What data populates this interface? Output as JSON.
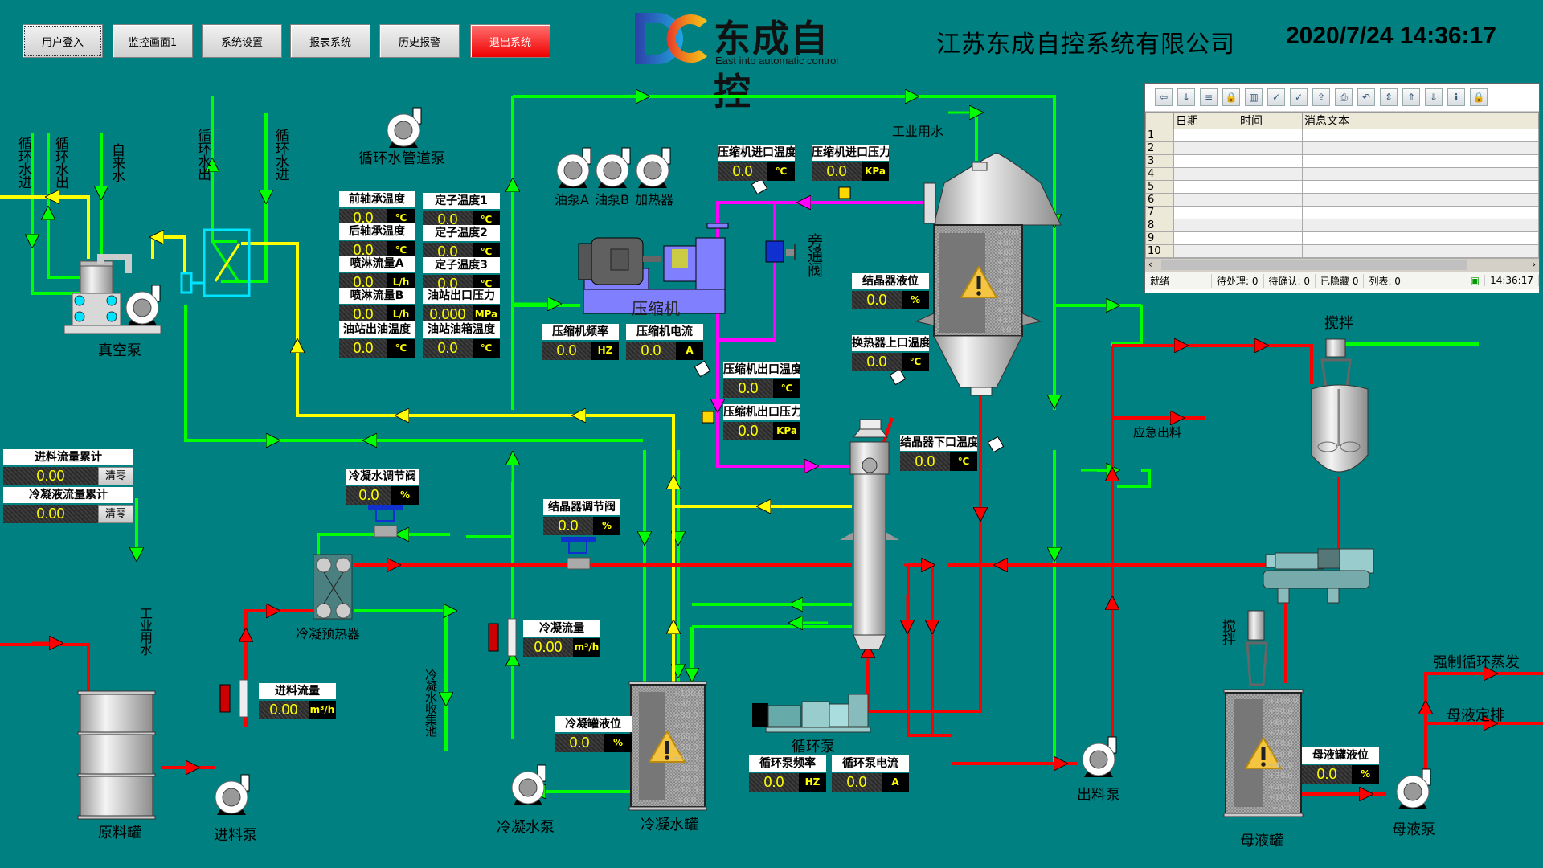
{
  "nav": {
    "buttons": [
      {
        "label": "用户登入"
      },
      {
        "label": "监控画面1"
      },
      {
        "label": "系统设置"
      },
      {
        "label": "报表系统"
      },
      {
        "label": "历史报警"
      },
      {
        "label": "退出系统"
      }
    ]
  },
  "header": {
    "logo_text": "东成自控",
    "logo_subtitle": "East into automatic control",
    "company": "江苏东成自控系统有限公司",
    "datetime": "2020/7/24 14:36:17"
  },
  "alarm_panel": {
    "columns": [
      "日期",
      "时间",
      "消息文本"
    ],
    "rows": [
      "1",
      "2",
      "3",
      "4",
      "5",
      "6",
      "7",
      "8",
      "9",
      "10"
    ],
    "status": {
      "ready": "就绪",
      "pending": "待处理: 0",
      "to_confirm": "待确认: 0",
      "hidden": "已隐藏 0",
      "list": "列表: 0",
      "time": "14:36:17"
    }
  },
  "readouts": {
    "front_bearing_temp": {
      "label": "前轴承温度",
      "value": "0.0",
      "unit": "℃"
    },
    "rear_bearing_temp": {
      "label": "后轴承温度",
      "value": "0.0",
      "unit": "℃"
    },
    "spray_flow_a": {
      "label": "喷淋流量A",
      "value": "0.0",
      "unit": "L/h"
    },
    "spray_flow_b": {
      "label": "喷淋流量B",
      "value": "0.0",
      "unit": "L/h"
    },
    "oil_out_temp": {
      "label": "油站出油温度",
      "value": "0.0",
      "unit": "℃"
    },
    "stator_temp1": {
      "label": "定子温度1",
      "value": "0.0",
      "unit": "℃"
    },
    "stator_temp2": {
      "label": "定子温度2",
      "value": "0.0",
      "unit": "℃"
    },
    "stator_temp3": {
      "label": "定子温度3",
      "value": "0.0",
      "unit": "℃"
    },
    "oil_out_pressure": {
      "label": "油站出口压力",
      "value": "0.000",
      "unit": "MPa"
    },
    "oil_tank_temp": {
      "label": "油站油箱温度",
      "value": "0.0",
      "unit": "℃"
    },
    "comp_in_temp": {
      "label": "压缩机进口温度",
      "value": "0.0",
      "unit": "℃"
    },
    "comp_in_pressure": {
      "label": "压缩机进口压力",
      "value": "0.0",
      "unit": "KPa"
    },
    "comp_freq": {
      "label": "压缩机频率",
      "value": "0.0",
      "unit": "HZ"
    },
    "comp_current": {
      "label": "压缩机电流",
      "value": "0.0",
      "unit": "A"
    },
    "comp_out_temp": {
      "label": "压缩机出口温度",
      "value": "0.0",
      "unit": "℃"
    },
    "comp_out_pressure": {
      "label": "压缩机出口压力",
      "value": "0.0",
      "unit": "KPa"
    },
    "crystallizer_level": {
      "label": "结晶器液位",
      "value": "0.0",
      "unit": "%"
    },
    "hx_top_temp": {
      "label": "换热器上口温度",
      "value": "0.0",
      "unit": "℃"
    },
    "crystallizer_bottom_temp": {
      "label": "结晶器下口温度",
      "value": "0.0",
      "unit": "℃"
    },
    "cond_valve": {
      "label": "冷凝水调节阀",
      "value": "0.0",
      "unit": "%"
    },
    "crys_valve": {
      "label": "结晶器调节阀",
      "value": "0.0",
      "unit": "%"
    },
    "cond_flow": {
      "label": "冷凝流量",
      "value": "0.00",
      "unit": "m³/h"
    },
    "feed_flow": {
      "label": "进料流量",
      "value": "0.00",
      "unit": "m³/h"
    },
    "cond_tank_level": {
      "label": "冷凝罐液位",
      "value": "0.0",
      "unit": "%"
    },
    "circ_pump_freq": {
      "label": "循环泵频率",
      "value": "0.0",
      "unit": "HZ"
    },
    "circ_pump_current": {
      "label": "循环泵电流",
      "value": "0.0",
      "unit": "A"
    },
    "mother_tank_level": {
      "label": "母液罐液位",
      "value": "0.0",
      "unit": "%"
    }
  },
  "totals": {
    "feed_total": {
      "label": "进料流量累计",
      "value": "0.00",
      "reset": "清零"
    },
    "cond_total": {
      "label": "冷凝液流量累计",
      "value": "0.00",
      "reset": "清零"
    }
  },
  "labels": {
    "vacuum_pump": "真空泵",
    "circ_water_in_1": "循环水进",
    "circ_water_out_1": "循环水出",
    "tap_water": "自来水",
    "circ_water_out_2": "循环水出",
    "circ_water_in_2": "循环水进",
    "pipe_pump": "循环水管道泵",
    "oil_pump_a": "油泵A",
    "oil_pump_b": "油泵B",
    "heater": "加热器",
    "compressor": "压缩机",
    "bypass_valve": "旁通阀",
    "industrial_water_top": "工业用水",
    "industrial_water_left": "工业用水",
    "emergency_discharge": "应急出料",
    "agitator_top": "搅拌",
    "agitator_bottom": "搅拌",
    "cond_preheater": "冷凝预热器",
    "cond_collect_pool": "冷凝水收集池",
    "raw_tank": "原料罐",
    "feed_pump": "进料泵",
    "cond_pump": "冷凝水泵",
    "cond_tank": "冷凝水罐",
    "circ_pump": "循环泵",
    "discharge_pump": "出料泵",
    "mother_tank": "母液罐",
    "mother_pump": "母液泵",
    "forced_circ_evap": "强制循环蒸发",
    "mother_discharge": "母液定排"
  },
  "tank_scales": {
    "crystallizer": [
      "+100",
      "+90",
      "+80",
      "+70",
      "+60",
      "+50",
      "+40",
      "+30",
      "+20",
      "+10",
      "+0"
    ],
    "cond_tank": [
      "+100.0",
      "+90.0",
      "+80.0",
      "+70.0",
      "+60.0",
      "+50.0",
      "+40.0",
      "+30.0",
      "+20.0",
      "+10.0",
      "+0.0"
    ],
    "mother_tank": [
      "+100.0",
      "+90.0",
      "+80.0",
      "+70.0",
      "+60.0",
      "+50.0",
      "+40.0",
      "+30.0",
      "+20.0",
      "+10.0",
      "+0.0"
    ]
  },
  "colors": {
    "background": "#008080",
    "water_pipe": "#00ff00",
    "vacuum_pipe": "#ffff00",
    "material_pipe": "#ff0000",
    "steam_pipe": "#ff00ff",
    "value_text": "#ffff00"
  }
}
